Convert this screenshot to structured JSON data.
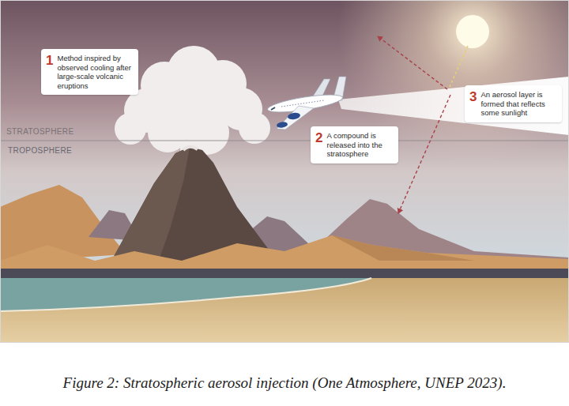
{
  "diagram": {
    "caption": "Figure 2: Stratospheric aerosol injection (One Atmosphere, UNEP 2023).",
    "nodes": [
      {
        "text": [
          "1",
          "Method inspired by observed cooling after large-scale volcanic eruptions"
        ]
      },
      {
        "text": [
          "2",
          "A compound is released into the stratosphere"
        ]
      },
      {
        "text": [
          "3",
          "An aerosol layer is formed that reflects some sunlight"
        ]
      }
    ],
    "labels": [
      "STRATOSPHERE",
      "TROPOSPHERE"
    ]
  }
}
